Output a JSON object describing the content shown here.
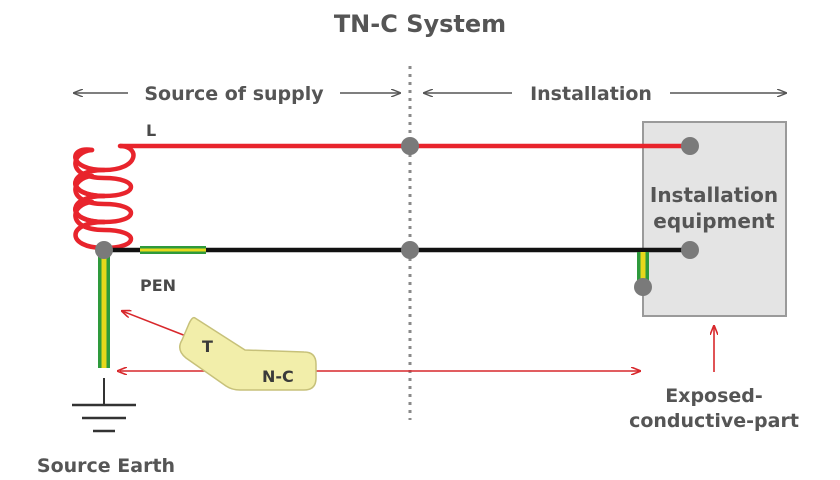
{
  "title": "TN-C System",
  "sections": {
    "source": "Source of supply",
    "installation": "Installation"
  },
  "wires": {
    "line_label": "L",
    "pen_label": "PEN"
  },
  "equipment": {
    "line1": "Installation",
    "line2": "equipment"
  },
  "badge": {
    "first": "T",
    "second": "N-C"
  },
  "exposed_part": {
    "line1": "Exposed-",
    "line2": "conductive-part"
  },
  "source_earth": "Source Earth",
  "colors": {
    "line_wire": "#e8242c",
    "pen_wire": "#111111",
    "earth_green": "#2e9a3c",
    "earth_yellow": "#e7d81b",
    "node": "#7a7a7a",
    "equipment_fill": "#e4e4e4",
    "badge_fill": "#f2eeaa",
    "arrow_red": "#d8282c",
    "divider": "#888888"
  }
}
